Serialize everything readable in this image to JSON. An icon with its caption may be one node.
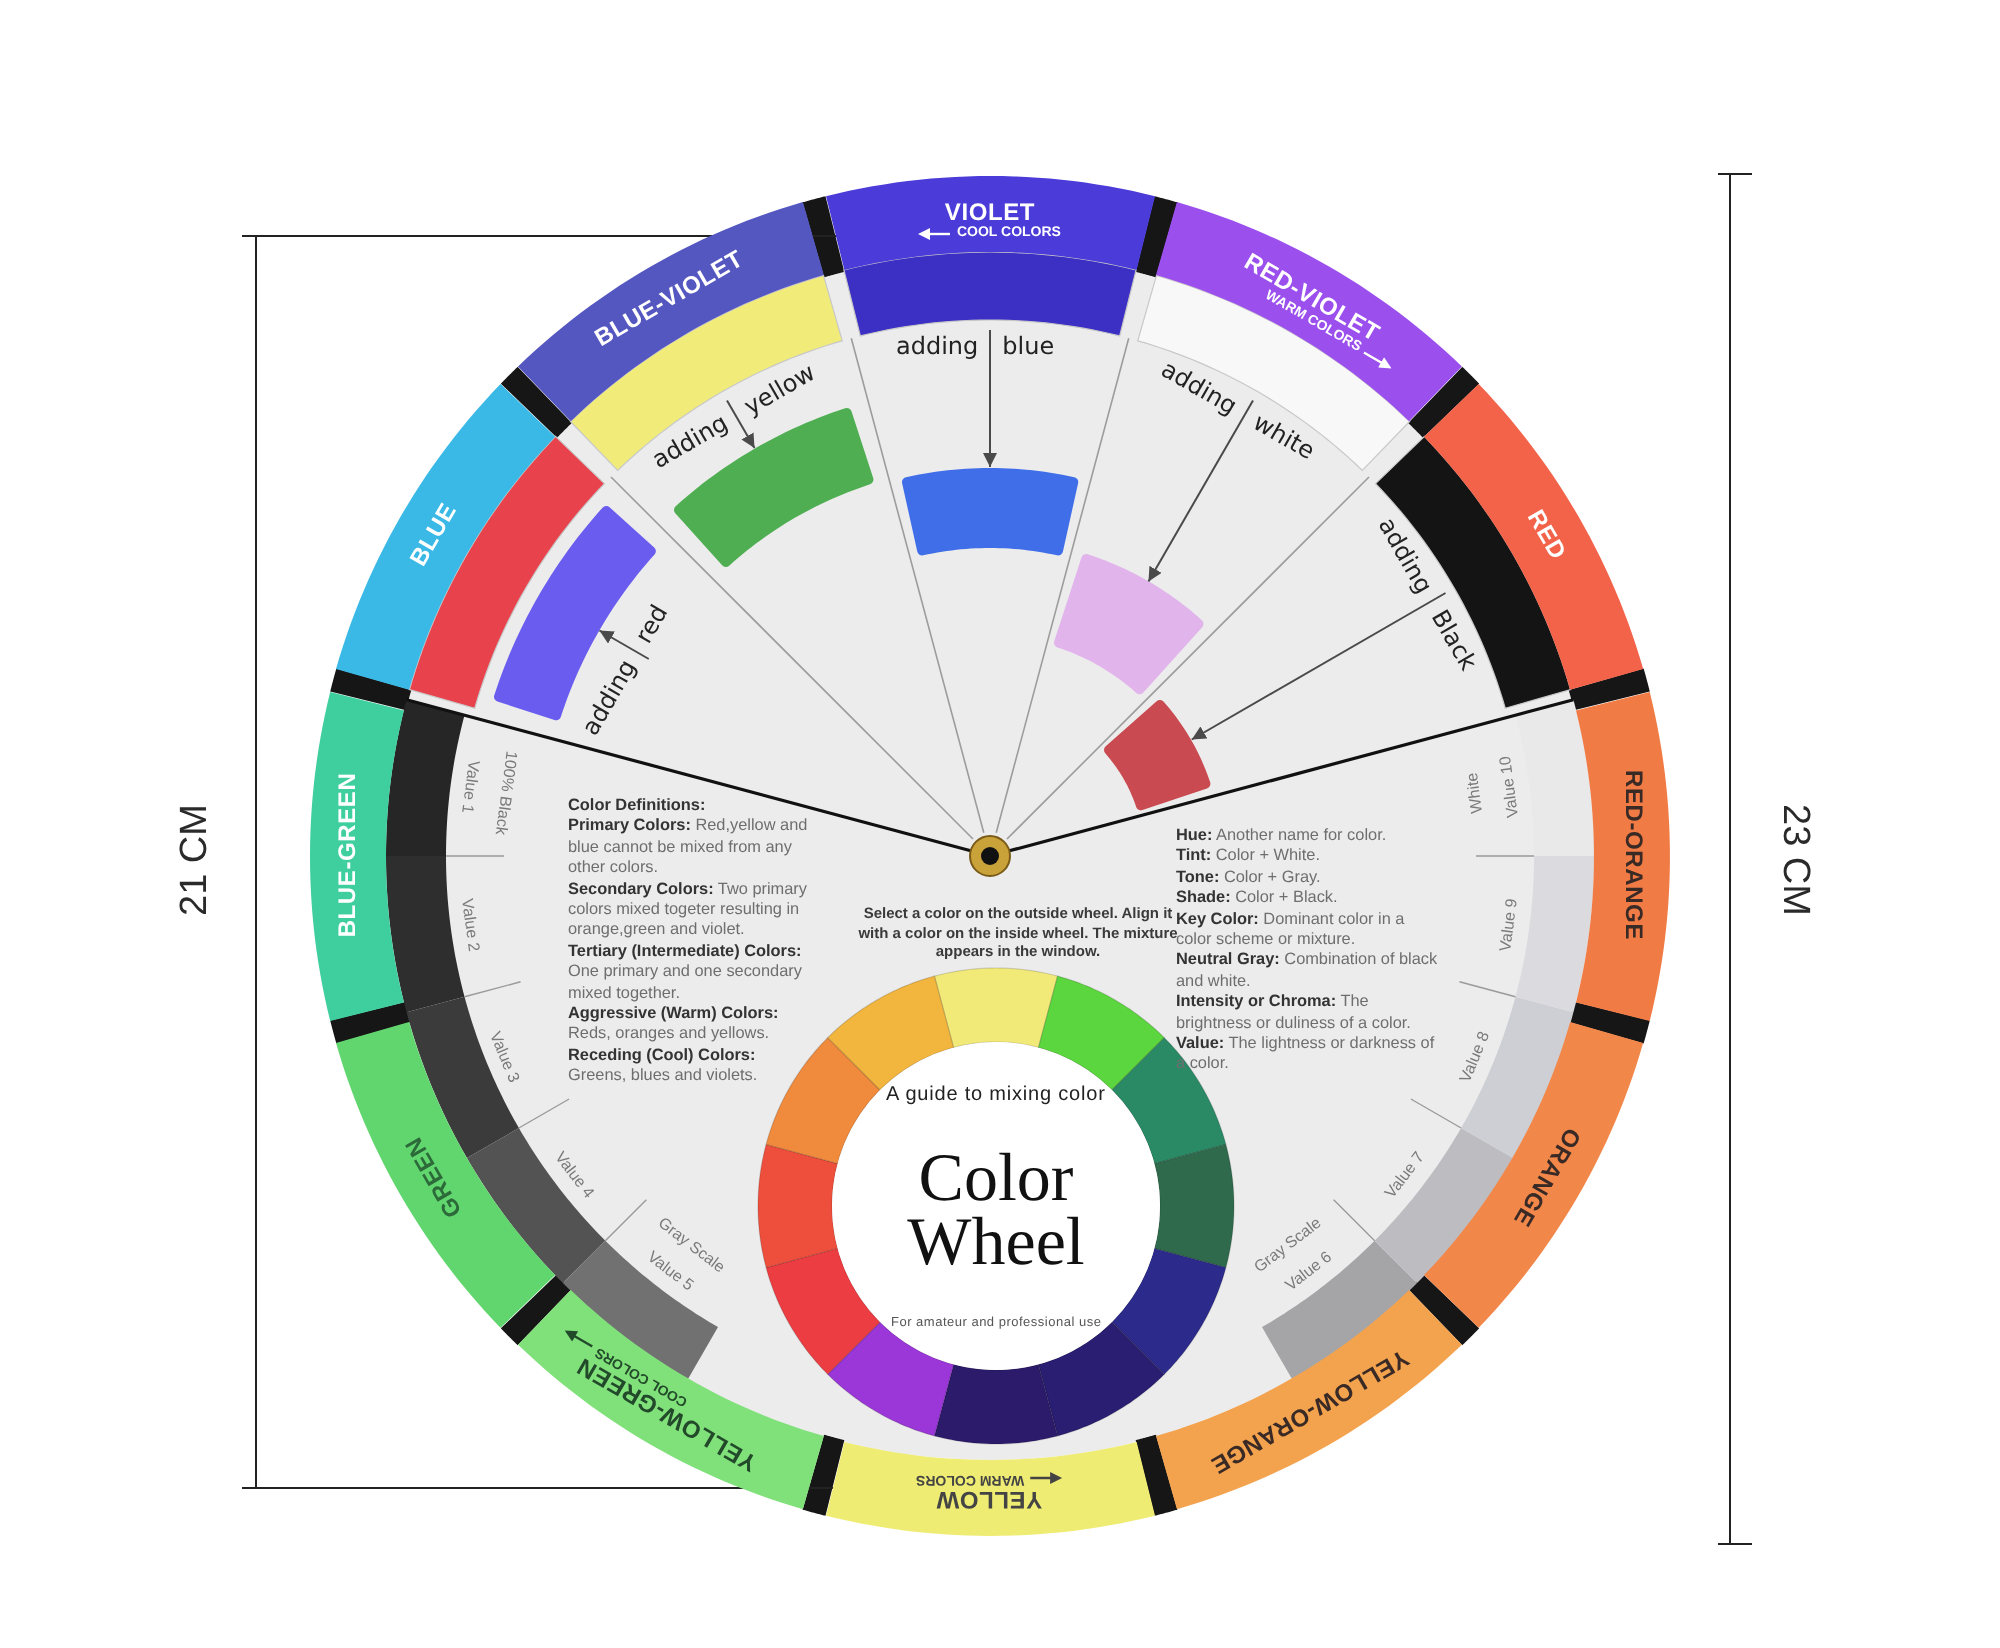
{
  "diagram": {
    "nodes": [
      {
        "text": [
          "VIOLET",
          "COOL COLORS"
        ]
      },
      {
        "text": [
          "RED-VIOLET",
          "WARM COLORS"
        ]
      },
      {
        "text": [
          "RED"
        ]
      },
      {
        "text": [
          "RED-ORANGE"
        ]
      },
      {
        "text": [
          "ORANGE"
        ]
      },
      {
        "text": [
          "YELLOW-ORANGE"
        ]
      },
      {
        "text": [
          "YELLOW",
          "WARM COLORS"
        ]
      },
      {
        "text": [
          "YELLOW-GREEN",
          "COOL COLORS"
        ]
      },
      {
        "text": [
          "GREEN"
        ]
      },
      {
        "text": [
          "BLUE-GREEN"
        ]
      },
      {
        "text": [
          "BLUE"
        ]
      },
      {
        "text": [
          "BLUE-VIOLET"
        ]
      },
      {
        "text": [
          "adding",
          "red"
        ]
      },
      {
        "text": [],
        "shape": "box"
      },
      {
        "text": [
          "adding",
          "yellow"
        ]
      },
      {
        "text": [],
        "shape": "box"
      },
      {
        "text": [
          "adding",
          "blue"
        ]
      },
      {
        "text": [],
        "shape": "box"
      },
      {
        "text": [
          "adding",
          "white"
        ]
      },
      {
        "text": [],
        "shape": "box"
      },
      {
        "text": [
          "adding",
          "Black"
        ]
      },
      {
        "text": [],
        "shape": "box"
      },
      {
        "text": [
          "A guide to mixing color",
          "Color Wheel",
          "For amateur and professional use"
        ]
      }
    ],
    "edges": [
      {
        "from": 12,
        "to": 13,
        "arrow": "to"
      },
      {
        "from": 14,
        "to": 15,
        "arrow": "to"
      },
      {
        "from": 16,
        "to": 17,
        "arrow": "to"
      },
      {
        "from": 18,
        "to": 19,
        "arrow": "to"
      },
      {
        "from": 20,
        "to": 21,
        "arrow": "to"
      }
    ],
    "labels": [
      "21 CM",
      "100% Black",
      "Value 1",
      "Value 2",
      "Value 3",
      "Value 4",
      "Gray Scale",
      "Value 5",
      "Color Definitions:",
      "**Primary Colors:** Red,yellow and blue cannot be mixed from any other colors.",
      "**Secondary Colors:** Two primary colors mixed togeter resulting in orange,green and violet.",
      "**Tertiary (Intermediate) Colors:** One primary and one secondary mixed together.",
      "**Aggressive (Warm) Colors:** Reds, oranges and yellows.",
      "**Receding (Cool) Colors:** Greens, blues and violets.",
      "Select a color on the outside wheel. Align it with a color on the inside wheel. The mixture appears in the window.",
      "**Hue:** Another name for color.",
      "**Tint:** Color + White.",
      "**Tone:** Color + Gray.",
      "**Shade:** Color + Black.",
      "**Key Color:** Dominant color in a color scheme or mixture.",
      "**Neutral Gray:** Combination of black and white.",
      "**Intensity or Chroma:** The brightness or duliness of a color.",
      "**Value:** The lightness or darkness of a color.",
      "White",
      "Value 10",
      "Value 9",
      "Value 8",
      "Value 7",
      "Gray Scale",
      "Value 6",
      "23 CM"
    ]
  }
}
